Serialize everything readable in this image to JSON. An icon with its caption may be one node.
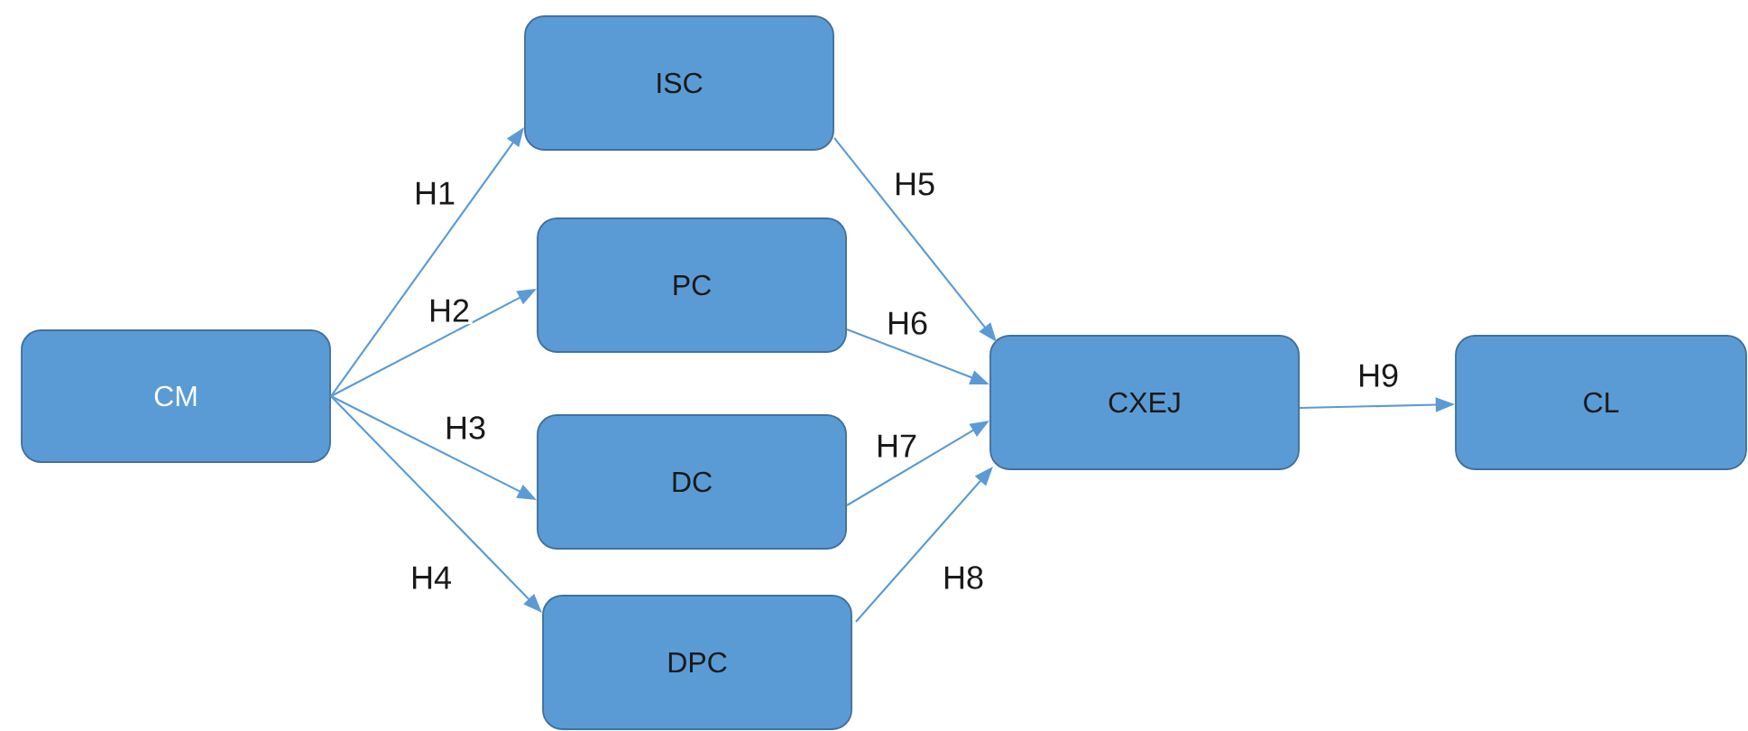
{
  "diagram": {
    "nodes": [
      {
        "text": [
          "CM"
        ]
      },
      {
        "text": [
          "ISC"
        ]
      },
      {
        "text": [
          "PC"
        ]
      },
      {
        "text": [
          "DC"
        ]
      },
      {
        "text": [
          "DPC"
        ]
      },
      {
        "text": [
          "CXEJ"
        ]
      },
      {
        "text": [
          "CL"
        ]
      }
    ],
    "edges": [
      {
        "from": 0,
        "to": 1,
        "arrow": "to",
        "label": "H1"
      },
      {
        "from": 0,
        "to": 2,
        "arrow": "to",
        "label": "H2"
      },
      {
        "from": 0,
        "to": 3,
        "arrow": "to",
        "label": "H3"
      },
      {
        "from": 0,
        "to": 4,
        "arrow": "to",
        "label": "H4"
      },
      {
        "from": 1,
        "to": 5,
        "arrow": "to",
        "label": "H5"
      },
      {
        "from": 2,
        "to": 5,
        "arrow": "to",
        "label": "H6"
      },
      {
        "from": 3,
        "to": 5,
        "arrow": "to",
        "label": "H7"
      },
      {
        "from": 4,
        "to": 5,
        "arrow": "to",
        "label": "H8"
      },
      {
        "from": 5,
        "to": 6,
        "arrow": "to",
        "label": "H9"
      }
    ]
  }
}
